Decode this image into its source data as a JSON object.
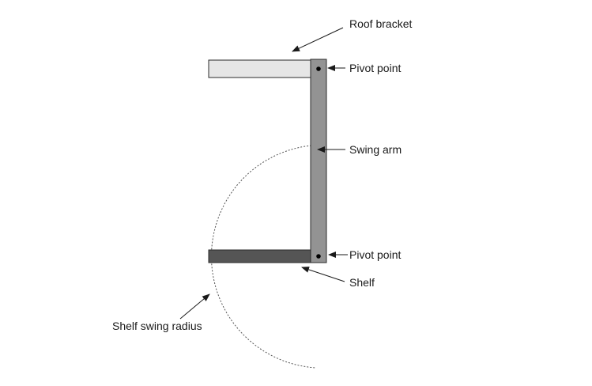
{
  "labels": {
    "roof_bracket": "Roof bracket",
    "pivot_point_top": "Pivot point",
    "swing_arm": "Swing arm",
    "pivot_point_bottom": "Pivot point",
    "shelf": "Shelf",
    "shelf_swing_radius": "Shelf swing radius"
  },
  "colors": {
    "roof_bracket_fill": "#e6e6e6",
    "swing_arm_fill": "#939393",
    "shelf_fill": "#555555",
    "outline": "#2b2b2b",
    "pivot_dot": "#000000",
    "radius_line": "#555555"
  }
}
